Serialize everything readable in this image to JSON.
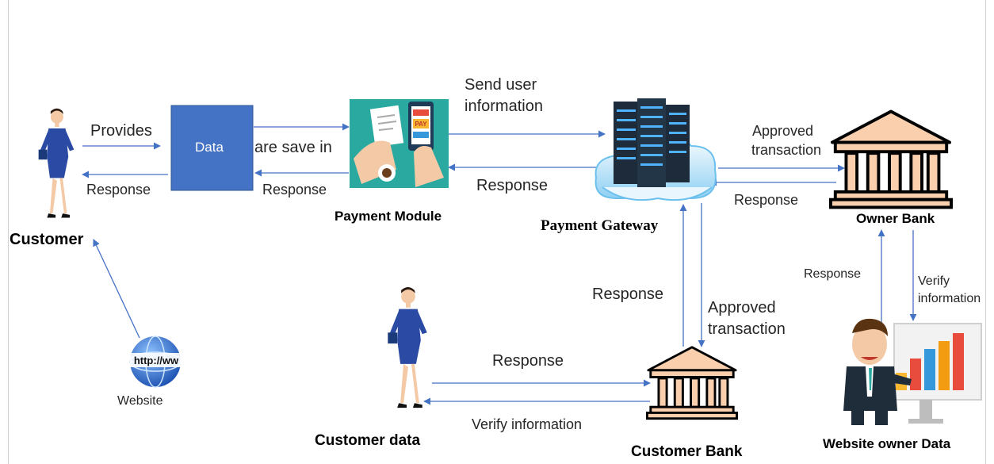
{
  "nodes": {
    "customer": "Customer",
    "data_box": "Data",
    "payment_module": "Payment Module",
    "payment_gateway": "Payment Gateway",
    "owner_bank": "Owner Bank",
    "website": "Website",
    "customer_data": "Customer data",
    "customer_bank": "Customer Bank",
    "website_owner_data": "Website owner Data"
  },
  "edges": {
    "provides": "Provides",
    "response_to_customer": "Response",
    "are_save_in": "are save in",
    "response_to_data": "Response",
    "send_user_line1": "Send user",
    "send_user_line2": "information",
    "response_to_module": "Response",
    "approved_owner_line1": "Approved",
    "approved_owner_line2": "transaction",
    "response_from_owner": "Response",
    "response_owner_data": "Response",
    "verify_owner_line1": "Verify",
    "verify_owner_line2": "information",
    "response_customer_bank_gateway": "Response",
    "approved_cb_line1": "Approved",
    "approved_cb_line2": "transaction",
    "response_customer_data": "Response",
    "verify_customer_info": "Verify information"
  },
  "icons": {
    "website_globe_text": "http://ww",
    "payment_pay_badge": "PAY"
  },
  "colors": {
    "arrow": "#4472c4",
    "data_box_fill": "#4472c4",
    "bank_fill": "#f9cfad",
    "bank_stroke": "#000000"
  }
}
